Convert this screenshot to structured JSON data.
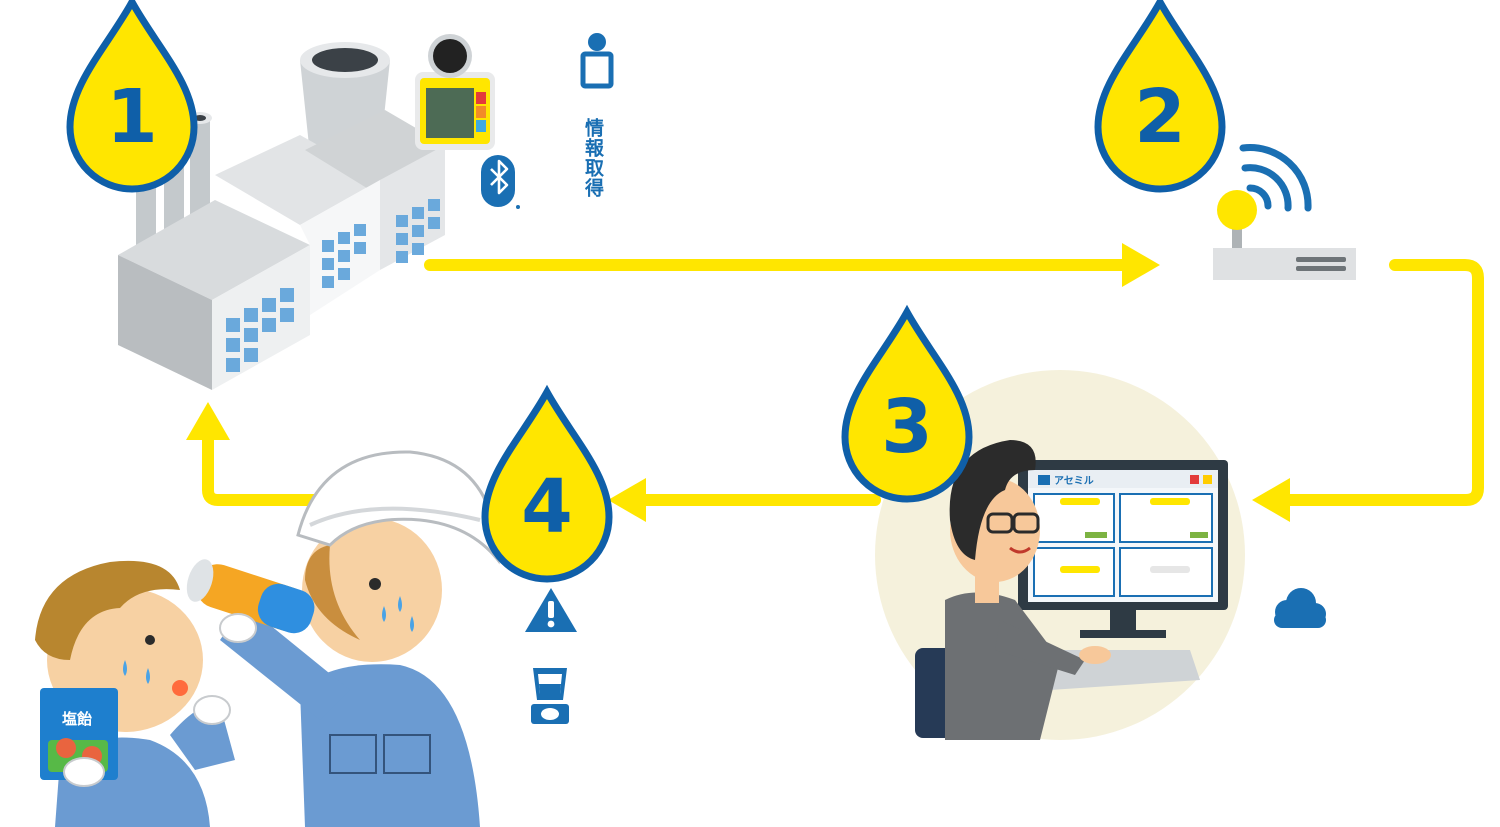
{
  "steps": [
    {
      "number": "1"
    },
    {
      "number": "2"
    },
    {
      "number": "3"
    },
    {
      "number": "4"
    }
  ],
  "labels": {
    "info_acquisition": "情報取得",
    "screen_title": "アセミル",
    "candy_pack": "塩飴"
  },
  "icons": [
    "worker-badge-icon",
    "bluetooth-icon",
    "router-icon",
    "wifi-icon",
    "cloud-icon",
    "warning-icon",
    "drink-icon",
    "salt-tablet-icon"
  ],
  "colors": {
    "drop_yellow": "#ffe600",
    "drop_outline": "#0f5fa8",
    "arrow_yellow": "#ffe600",
    "icon_blue": "#1a6fb3"
  }
}
